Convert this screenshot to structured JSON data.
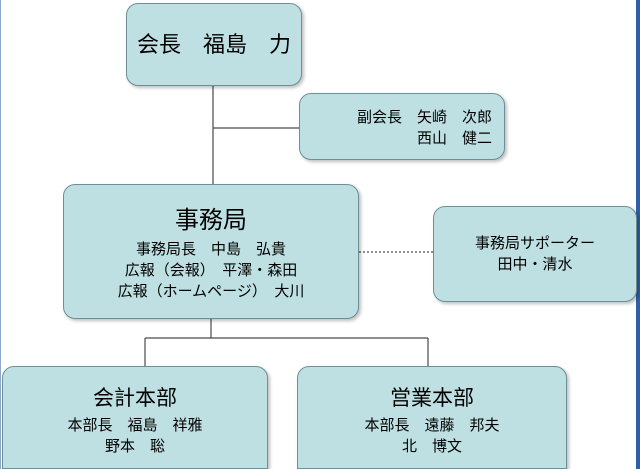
{
  "chairman": {
    "text": "会長　福島　力"
  },
  "vice_chairman": {
    "lines": [
      "副会長　矢崎　次郎",
      "西山　健二"
    ]
  },
  "secretariat": {
    "title": "事務局",
    "lines": [
      "事務局長　中島　弘貴",
      "広報（会報）　平澤・森田",
      "広報（ホームページ）　大川"
    ]
  },
  "secretariat_supporter": {
    "lines": [
      "事務局サポーター",
      "田中・清水"
    ]
  },
  "accounting": {
    "title": "会計本部",
    "lines": [
      "本部長　福島　祥雅",
      "野本　聡"
    ]
  },
  "sales": {
    "title": "営業本部",
    "lines": [
      "本部長　遠藤　邦夫",
      "北　博文"
    ]
  },
  "colors": {
    "node_fill": "#bfe0e2",
    "node_border": "#6d8f96",
    "connector": "#4a4a4a",
    "edge_accent": "#2f5fa8"
  }
}
